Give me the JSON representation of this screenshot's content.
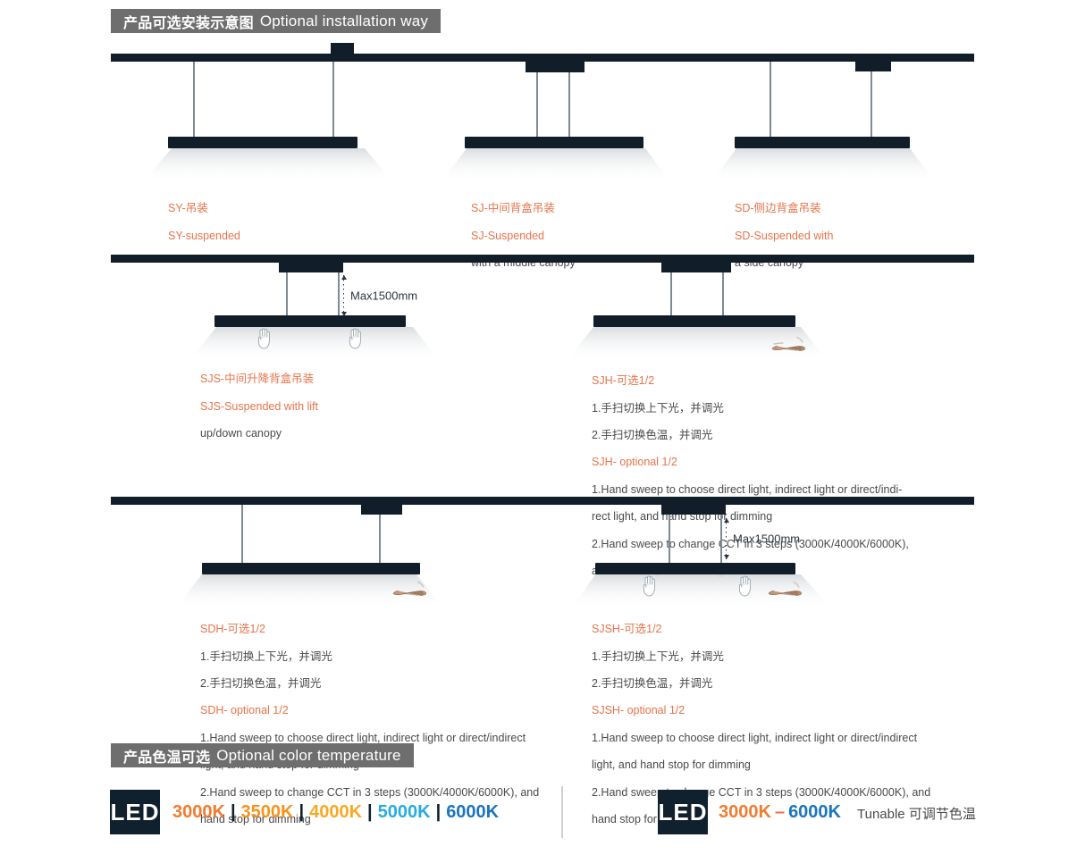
{
  "sections": {
    "install": {
      "cn": "产品可选安装示意图",
      "en": "Optional installation way"
    },
    "cct": {
      "cn": "产品色温可选",
      "en": "Optional color temperature"
    }
  },
  "colors": {
    "accent": "#e8734a",
    "dark": "#111d28",
    "bar": "#6e6e6e",
    "text": "#4a4a4a",
    "cct_3000": "#f07c2f",
    "cct_3500": "#f7941e",
    "cct_4000": "#f9a825",
    "cct_5000": "#29abe2",
    "cct_6000": "#1b75bb"
  },
  "dimension_label": "Max1500mm",
  "diagrams": [
    {
      "id": "sy",
      "code": "SY",
      "lines": [
        {
          "text": "SY-吊装",
          "accent": true
        },
        {
          "text": "SY-suspended",
          "accent": true
        },
        {
          "text": "",
          "accent": false
        }
      ]
    },
    {
      "id": "sj",
      "code": "SJ",
      "lines": [
        {
          "text": "SJ-中间背盒吊装",
          "accent": true
        },
        {
          "text": "SJ-Suspended",
          "accent": true
        },
        {
          "text": "with a middle canopy",
          "accent": false
        }
      ]
    },
    {
      "id": "sd",
      "code": "SD",
      "lines": [
        {
          "text": "SD-侧边背盒吊装",
          "accent": true
        },
        {
          "text": "SD-Suspended with",
          "accent": true
        },
        {
          "text": "a side canopy",
          "accent": false
        }
      ]
    },
    {
      "id": "sjs",
      "code": "SJS",
      "lines": [
        {
          "text": "SJS-中间升降背盒吊装",
          "accent": true
        },
        {
          "text": "SJS-Suspended with lift",
          "accent": true
        },
        {
          "text": "up/down canopy",
          "accent": false
        }
      ]
    },
    {
      "id": "sjh",
      "code": "SJH",
      "lines": [
        {
          "text": "SJH-可选1/2",
          "accent": true
        },
        {
          "text": "1.手扫切换上下光，并调光",
          "accent": false
        },
        {
          "text": "2.手扫切换色温，并调光",
          "accent": false
        },
        {
          "text": "SJH- optional 1/2",
          "accent": true
        },
        {
          "text": "1.Hand sweep to choose direct light, indirect light or direct/indi-",
          "accent": false
        },
        {
          "text": "rect light, and hand stop for dimming",
          "accent": false
        },
        {
          "text": "2.Hand sweep to change CCT in 3 steps (3000K/4000K/6000K),",
          "accent": false
        },
        {
          "text": "and hand stop for dimming",
          "accent": false
        }
      ]
    },
    {
      "id": "sdh",
      "code": "SDH",
      "lines": [
        {
          "text": "SDH-可选1/2",
          "accent": true
        },
        {
          "text": "1.手扫切换上下光，并调光",
          "accent": false
        },
        {
          "text": "2.手扫切换色温，并调光",
          "accent": false
        },
        {
          "text": "SDH- optional 1/2",
          "accent": true
        },
        {
          "text": "1.Hand sweep to choose direct light, indirect light or direct/indirect",
          "accent": false
        },
        {
          "text": "light, and hand stop for dimming",
          "accent": false
        },
        {
          "text": "2.Hand sweep to change CCT in 3 steps (3000K/4000K/6000K), and",
          "accent": false
        },
        {
          "text": "hand stop for dimming",
          "accent": false
        }
      ]
    },
    {
      "id": "sjsh",
      "code": "SJSH",
      "lines": [
        {
          "text": "SJSH-可选1/2",
          "accent": true
        },
        {
          "text": "1.手扫切换上下光，并调光",
          "accent": false
        },
        {
          "text": "2.手扫切换色温，并调光",
          "accent": false
        },
        {
          "text": "SJSH- optional 1/2",
          "accent": true
        },
        {
          "text": "1.Hand sweep to choose direct light, indirect light or direct/indirect",
          "accent": false
        },
        {
          "text": "light, and hand stop for dimming",
          "accent": false
        },
        {
          "text": "2.Hand sweep to change CCT in 3 steps (3000K/4000K/6000K), and",
          "accent": false
        },
        {
          "text": "hand stop for dimming",
          "accent": false
        }
      ]
    }
  ],
  "cct": {
    "badge_label": "LED",
    "fixed": {
      "values": [
        "3000K",
        "3500K",
        "4000K",
        "5000K",
        "6000K"
      ],
      "colors": [
        "#f07c2f",
        "#f7941e",
        "#f9a825",
        "#29abe2",
        "#1b75bb"
      ],
      "separator": "|"
    },
    "tunable": {
      "badge_label": "LED",
      "low": "3000K",
      "low_color": "#f07c2f",
      "dash": "–",
      "high": "6000K",
      "high_color": "#1b75bb",
      "note": "Tunable 可调节色温"
    }
  }
}
